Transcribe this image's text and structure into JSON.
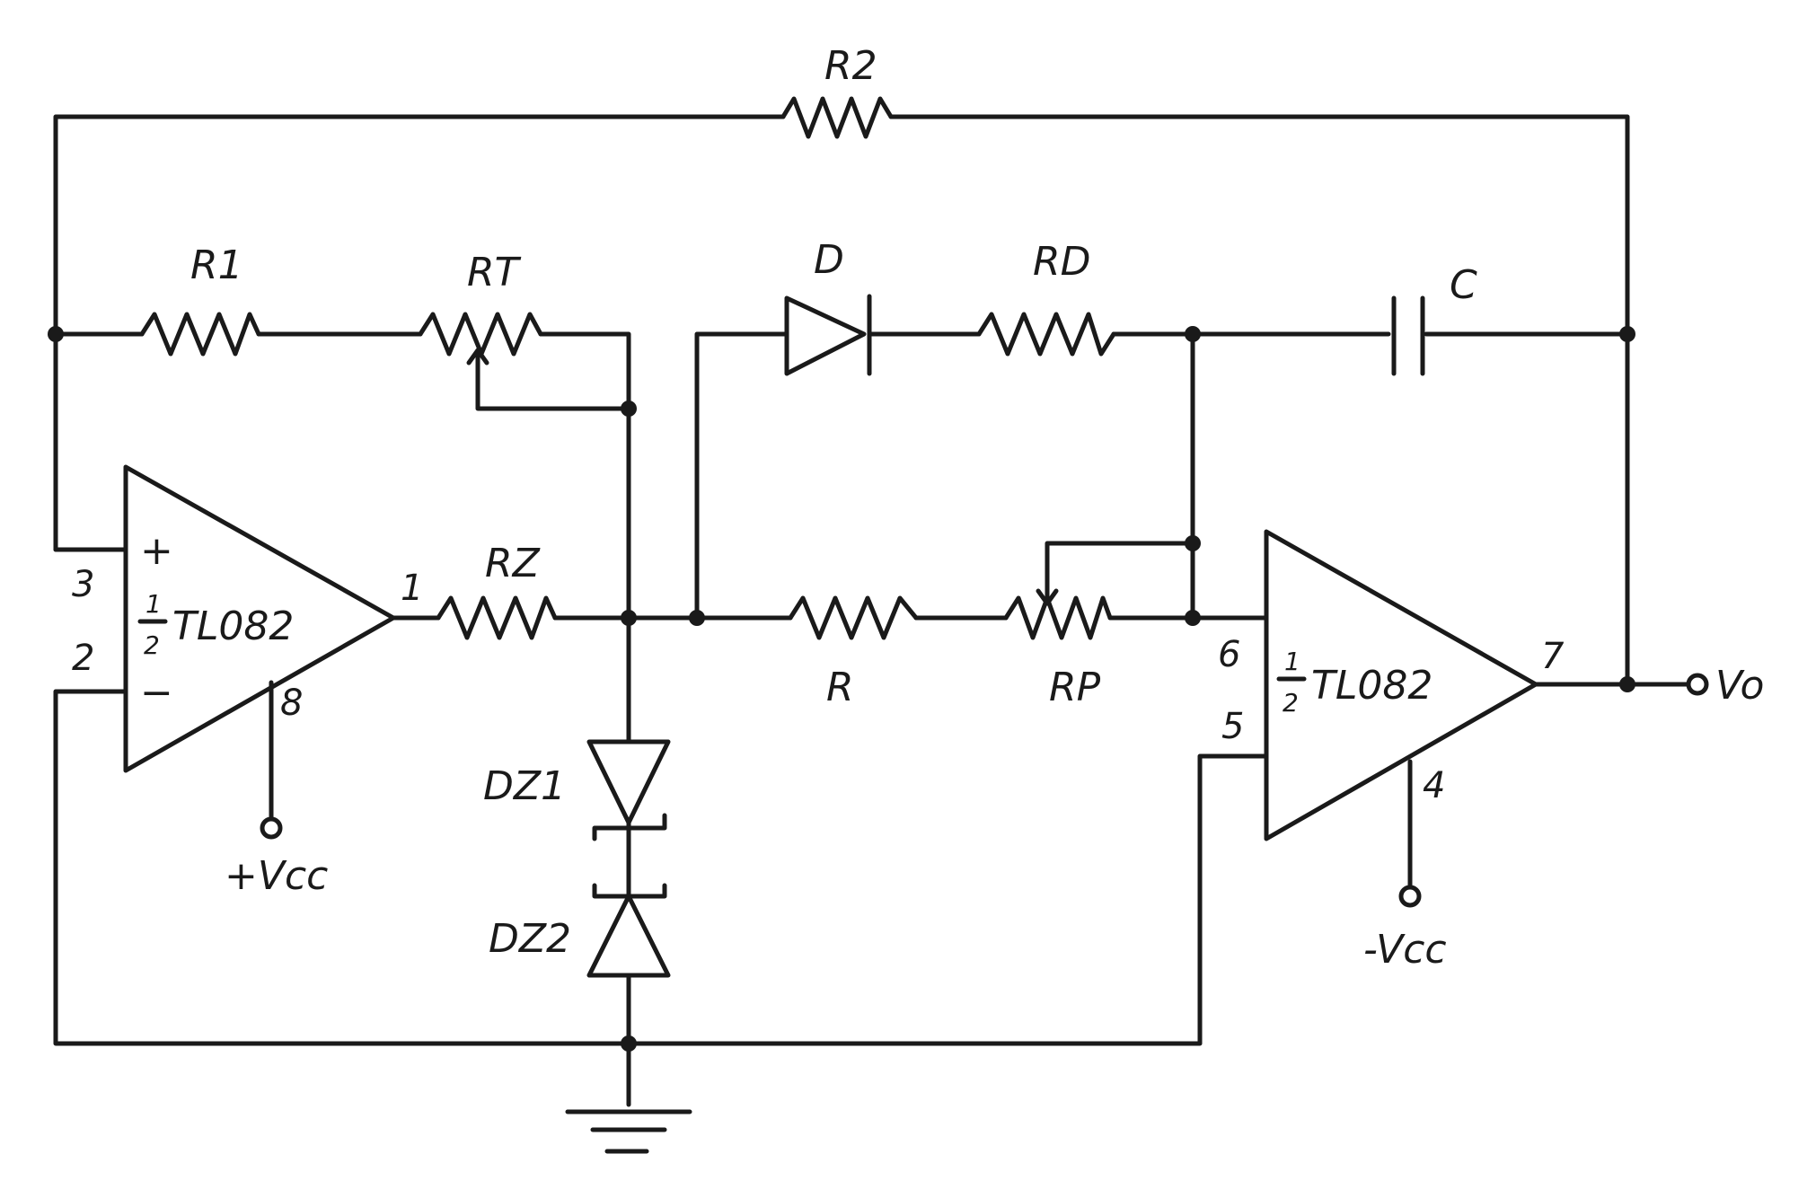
{
  "components": {
    "r2": "R2",
    "r1": "R1",
    "rt": "RT",
    "d": "D",
    "rd": "RD",
    "c": "C",
    "rz": "RZ",
    "r": "R",
    "rp": "RP",
    "dz1": "DZ1",
    "dz2": "DZ2"
  },
  "opamp1": {
    "fraction_num": "1",
    "fraction_den": "2",
    "name": "TL082",
    "plus": "+",
    "minus": "−",
    "pin_plus": "3",
    "pin_minus": "2",
    "pin_out": "1",
    "pin_supply": "8",
    "supply": "+Vcc"
  },
  "opamp2": {
    "fraction_num": "1",
    "fraction_den": "2",
    "name": "TL082",
    "pin_minus": "6",
    "pin_plus": "5",
    "pin_out": "7",
    "pin_supply": "4",
    "supply": "-Vcc"
  },
  "output": {
    "label": "Vo"
  }
}
